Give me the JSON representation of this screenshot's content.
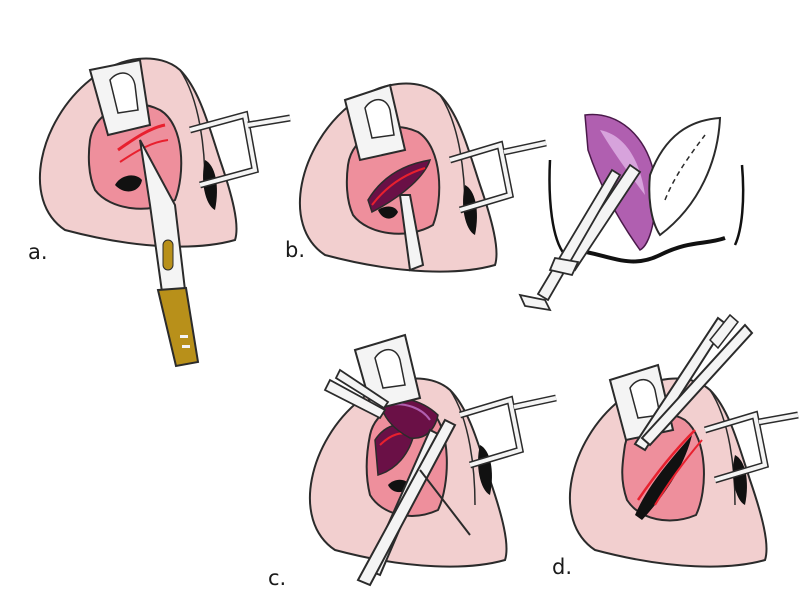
{
  "labels": {
    "a": "a.",
    "b": "b.",
    "c": "c.",
    "d": "d."
  },
  "colors": {
    "skin": "#f2cfcf",
    "skin_inner": "#ee8f9c",
    "incision": "#e8202e",
    "tissue_dark": "#6a1046",
    "tissue_purple": "#b05fb0",
    "tissue_light": "#d7a3dc",
    "nostril": "#111111",
    "instrument": "#f4f4f4",
    "handle_gold": "#b8901a",
    "outline": "#2b2b2b"
  },
  "icons": {
    "retractor": "retractor-icon",
    "scalpel": "scalpel-icon",
    "forceps": "forceps-icon",
    "scissors": "scissors-icon"
  }
}
